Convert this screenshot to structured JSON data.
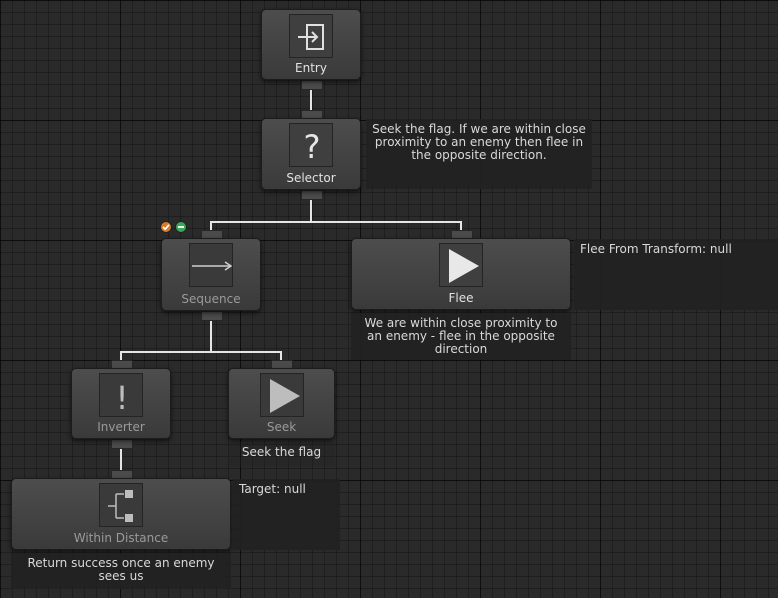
{
  "nodes": {
    "entry": {
      "label": "Entry"
    },
    "selector": {
      "label": "Selector",
      "comment": "Seek the flag. If we are within close proximity to an enemy then flee in the opposite direction."
    },
    "sequence": {
      "label": "Sequence"
    },
    "flee": {
      "label": "Flee",
      "comment": "We are within close proximity to an enemy - flee in the opposite direction",
      "info": "Flee From Transform: null"
    },
    "inverter": {
      "label": "Inverter"
    },
    "seek": {
      "label": "Seek",
      "comment": "Seek the flag"
    },
    "within_distance": {
      "label": "Within Distance",
      "comment": "Return success once an enemy sees us",
      "info": "Target: null"
    }
  },
  "icons": {
    "entry": "entry-icon",
    "selector": "question-mark-icon",
    "sequence": "arrow-right-icon",
    "flee": "play-icon",
    "inverter": "exclamation-icon",
    "seek": "play-icon",
    "within_distance": "conditional-branch-icon",
    "badge_success": "check-icon",
    "badge_minus": "minus-icon"
  },
  "colors": {
    "wire": "#e6e6e6",
    "badge_success": "#d97a2a",
    "badge_minus": "#3aa85a"
  }
}
